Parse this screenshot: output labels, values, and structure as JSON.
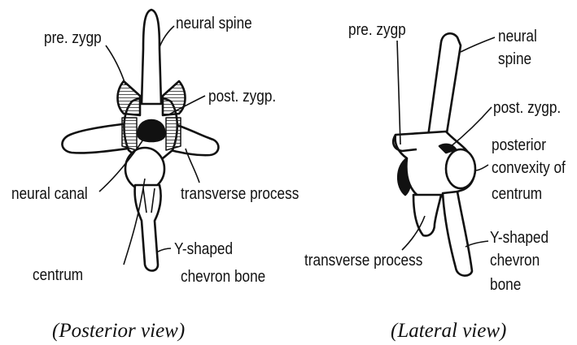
{
  "posterior": {
    "caption": "(Posterior view)",
    "labels": {
      "neural_spine": "neural spine",
      "pre_zygp": "pre. zygp",
      "post_zygp": "post. zygp.",
      "neural_canal": "neural canal",
      "transverse_process": "transverse process",
      "centrum": "centrum",
      "chevron_line1": "Y-shaped",
      "chevron_line2": "chevron bone"
    }
  },
  "lateral": {
    "caption": "(Lateral view)",
    "labels": {
      "pre_zygp": "pre. zygp",
      "neural_spine_line1": "neural",
      "neural_spine_line2": "spine",
      "post_zygp": "post. zygp.",
      "convexity_line1": "posterior",
      "convexity_line2": "convexity of",
      "convexity_line3": "centrum",
      "transverse_process": "transverse process",
      "chevron_line1": "Y-shaped",
      "chevron_line2": "chevron",
      "chevron_line3": "bone"
    }
  }
}
